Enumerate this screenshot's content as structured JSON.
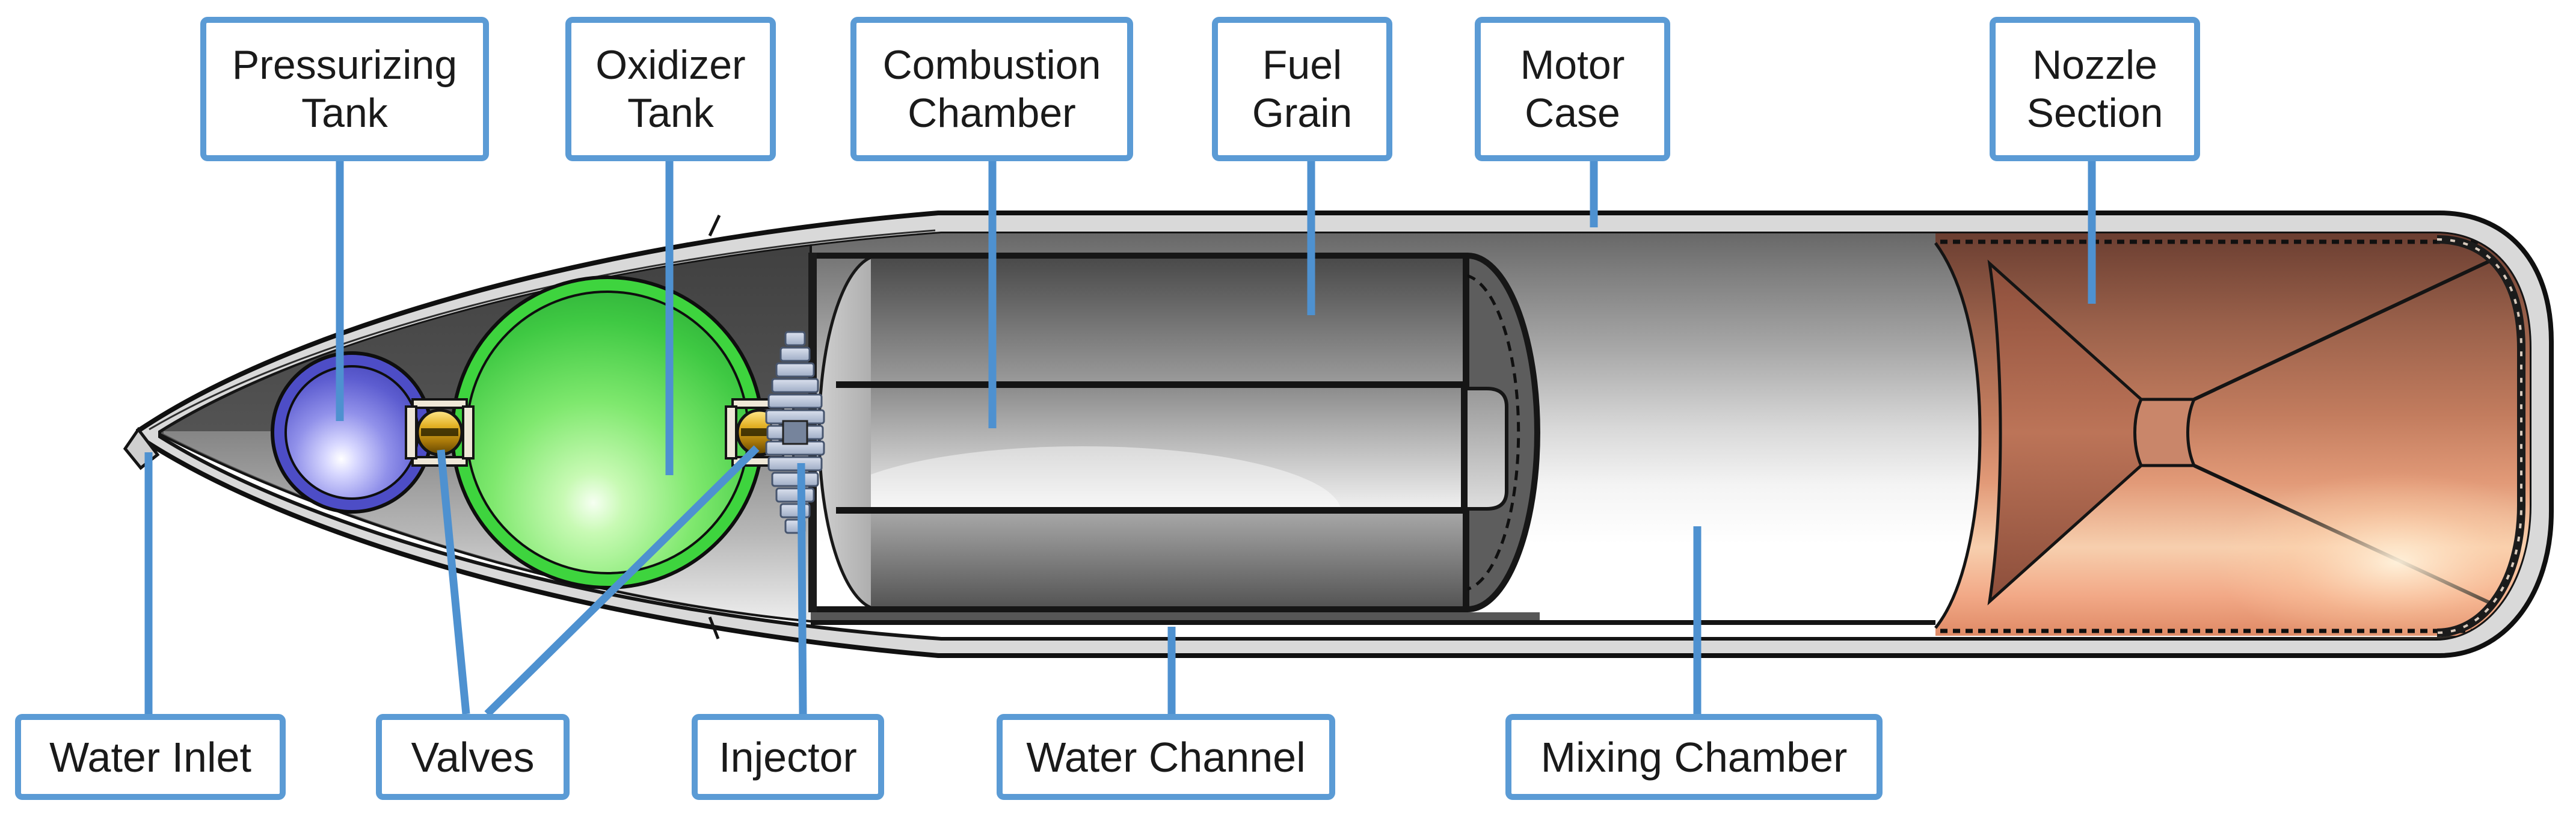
{
  "labels": {
    "top": [
      {
        "id": "pressurizing-tank",
        "text": "Pressurizing Tank"
      },
      {
        "id": "oxidizer-tank",
        "text": "Oxidizer Tank"
      },
      {
        "id": "combustion-chamber",
        "text": "Combustion Chamber"
      },
      {
        "id": "fuel-grain",
        "text": "Fuel Grain"
      },
      {
        "id": "motor-case",
        "text": "Motor Case"
      },
      {
        "id": "nozzle-section",
        "text": "Nozzle Section"
      }
    ],
    "bottom": [
      {
        "id": "water-inlet",
        "text": "Water Inlet"
      },
      {
        "id": "valves",
        "text": "Valves"
      },
      {
        "id": "injector",
        "text": "Injector"
      },
      {
        "id": "water-channel",
        "text": "Water Channel"
      },
      {
        "id": "mixing-chamber",
        "text": "Mixing Chamber"
      }
    ]
  },
  "colors": {
    "label_border_blue": "#5B9BD5",
    "leader_blue": "#4E91D0",
    "text_black": "#1A1A1A",
    "hull_gray": "#D9D9D9",
    "interior_dark_gray": "#4A4A4A",
    "pressurizing_tank_blue": "#6060D2",
    "oxidizer_tank_green": "#4ECB4E",
    "valve_gold": "#D8A81E",
    "injector_steel_blue": "#C2CCE0",
    "fuel_grain_gray": "#7A7A7A",
    "mixing_chamber_white": "#FFFFFF",
    "nozzle_copper": "#B26048",
    "nozzle_highlight": "#FFDFC0"
  }
}
